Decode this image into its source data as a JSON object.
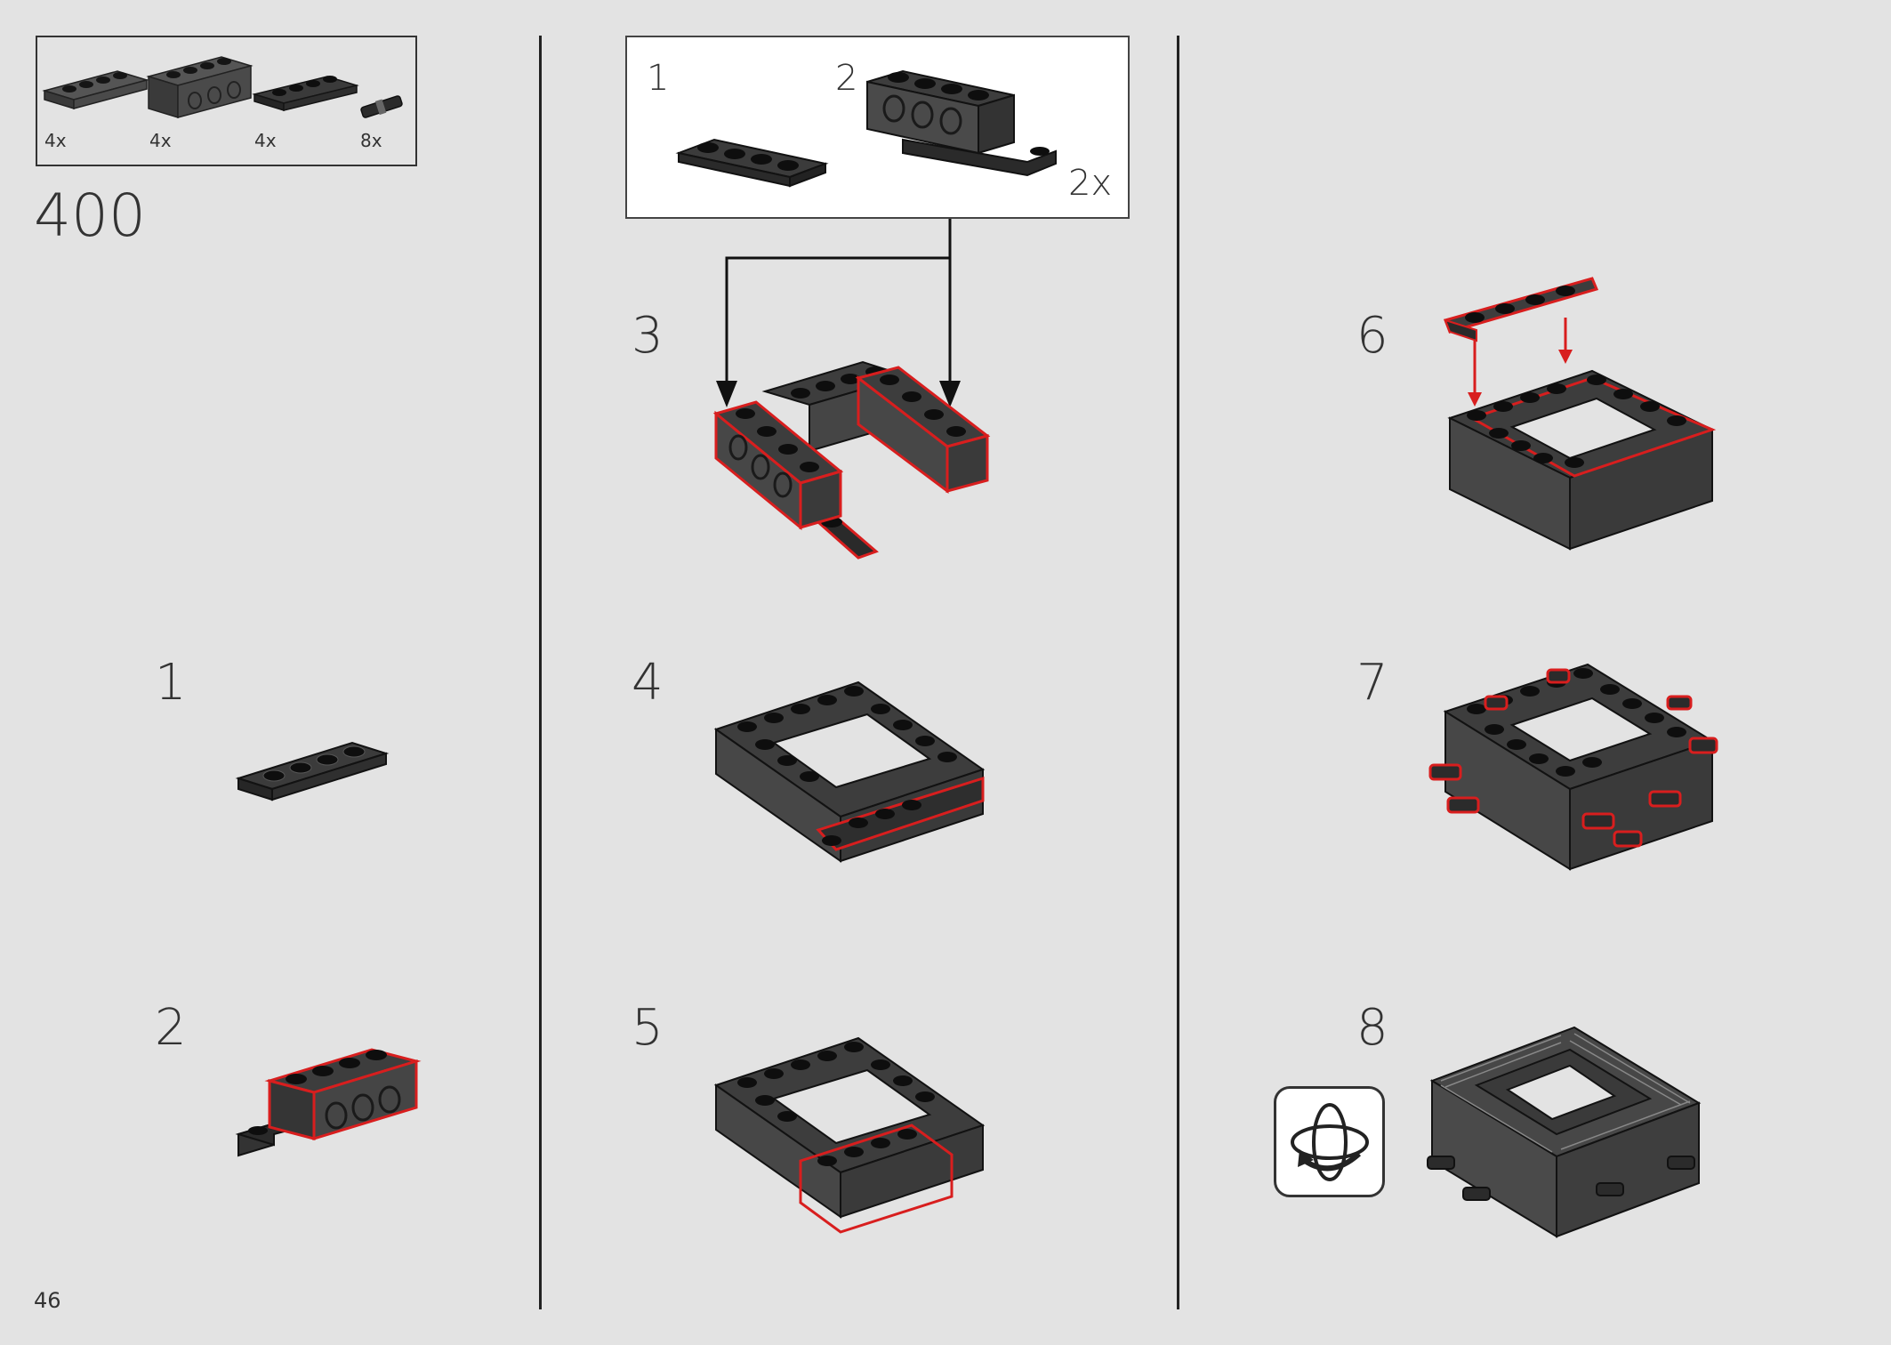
{
  "page_number": "46",
  "set_number": "400",
  "parts_list": [
    {
      "part": "plate-1x4",
      "qty": "4x"
    },
    {
      "part": "technic-brick-1x4",
      "qty": "4x"
    },
    {
      "part": "plate-1x4",
      "qty": "4x"
    },
    {
      "part": "technic-pin",
      "qty": "8x"
    }
  ],
  "sub_assembly": {
    "steps": [
      "1",
      "2"
    ],
    "multiplier": "2x"
  },
  "steps": [
    "1",
    "2",
    "3",
    "4",
    "5",
    "6",
    "7",
    "8"
  ],
  "colors": {
    "background": "#e3e3e3",
    "brick_dark": "#3c3c3c",
    "stud": "#151515",
    "highlight": "#d81e1e"
  },
  "icons": {
    "rotate": "rotate-model-icon",
    "arrow": "assembly-arrow"
  }
}
